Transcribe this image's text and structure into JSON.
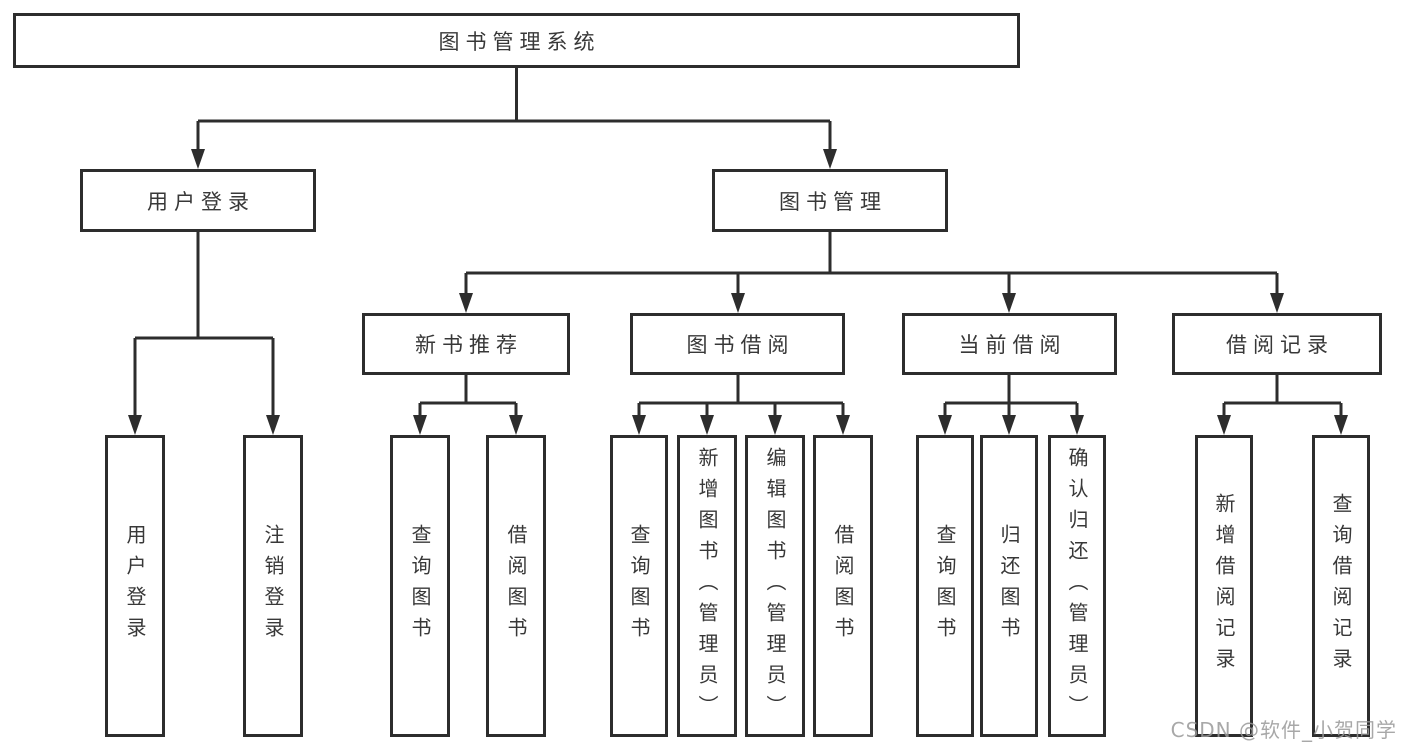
{
  "nodes": {
    "root": "图书管理系统",
    "user_login": {
      "label": "用户登录",
      "children": [
        "用户登录",
        "注销登录"
      ]
    },
    "book_management": {
      "label": "图书管理",
      "groups": [
        {
          "label": "新书推荐",
          "children": [
            "查询图书",
            "借阅图书"
          ]
        },
        {
          "label": "图书借阅",
          "children": [
            "查询图书",
            "新增图书（管理员）",
            "编辑图书（管理员）",
            "借阅图书"
          ]
        },
        {
          "label": "当前借阅",
          "children": [
            "查询图书",
            "归还图书",
            "确认归还（管理员）"
          ]
        },
        {
          "label": "借阅记录",
          "children": [
            "新增借阅记录",
            "查询借阅记录"
          ]
        }
      ]
    }
  },
  "watermark": {
    "text": "CSDN @软件_小贺同学",
    "color": "#9a9a9a"
  },
  "colors": {
    "line": "#2d2d2d",
    "text": "#383838",
    "background": "#ffffff"
  }
}
